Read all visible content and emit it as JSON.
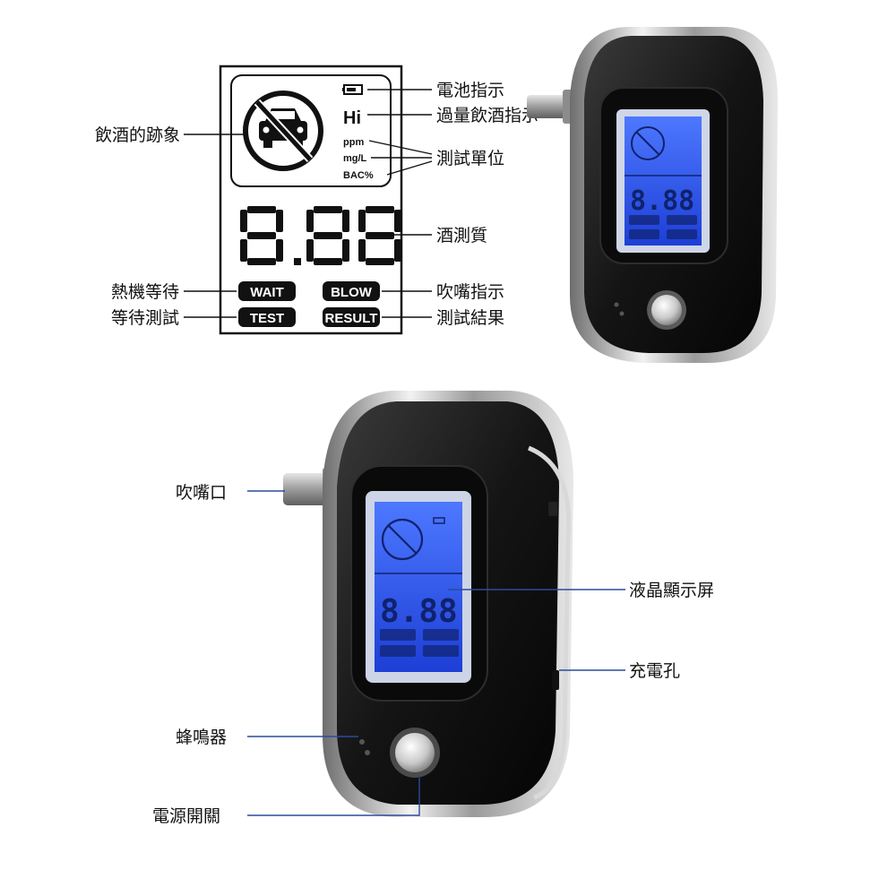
{
  "diagram": {
    "panel": {
      "hi_text": "Hi",
      "units": [
        "ppm",
        "mg/L",
        "BAC%"
      ],
      "reading": "8.88",
      "indicators": [
        "WAIT",
        "BLOW",
        "TEST",
        "RESULT"
      ]
    },
    "callouts": {
      "drink_sign": "飲酒的跡象",
      "battery": "電池指示",
      "over_limit": "過量飲酒指示",
      "units": "測試單位",
      "alcohol": "酒測質",
      "warmup": "熱機等待",
      "blow": "吹嘴指示",
      "wait_test": "等待測試",
      "result": "測試結果",
      "mouthpiece": "吹嘴口",
      "lcd": "液晶顯示屏",
      "charge": "充電孔",
      "buzzer": "蜂鳴器",
      "power": "電源開關"
    },
    "colors": {
      "lcd_blue": "#2b55e6",
      "body_black": "#1a1a1a",
      "chrome": "#c8c8c8",
      "lead_blue": "#2b4b9b"
    }
  }
}
